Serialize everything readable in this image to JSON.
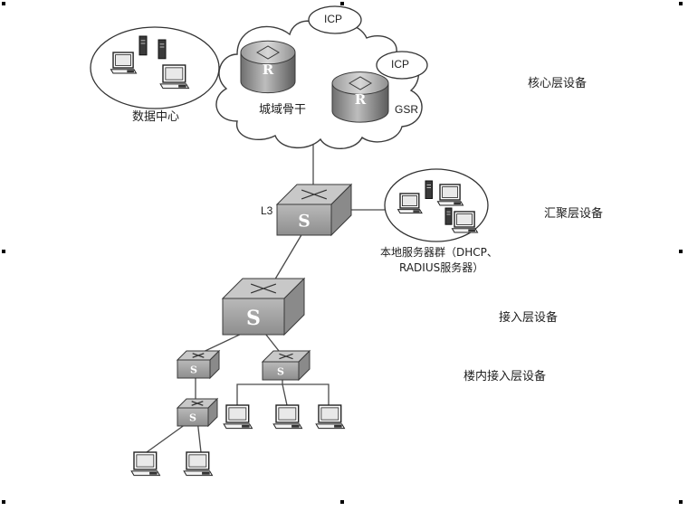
{
  "diagram": {
    "nodes": {
      "data_center": "数据中心",
      "metro_backbone": "城域骨干",
      "icp_1": "ICP",
      "icp_2": "ICP",
      "gsr": "GSR",
      "l3": "L3",
      "local_servers_line1": "本地服务器群（DHCP、",
      "local_servers_line2": "RADIUS服务器）",
      "router_glyph": "R",
      "switch_glyph": "S"
    },
    "layers": {
      "core": "核心层设备",
      "aggregation": "汇聚层设备",
      "access": "接入层设备",
      "building_access": "楼内接入层设备"
    }
  },
  "colors": {
    "line": "#4a4a4a",
    "device_top": "#c8c8c8",
    "device_side": "#8a8a8a",
    "device_front": "#a9a9a9"
  }
}
